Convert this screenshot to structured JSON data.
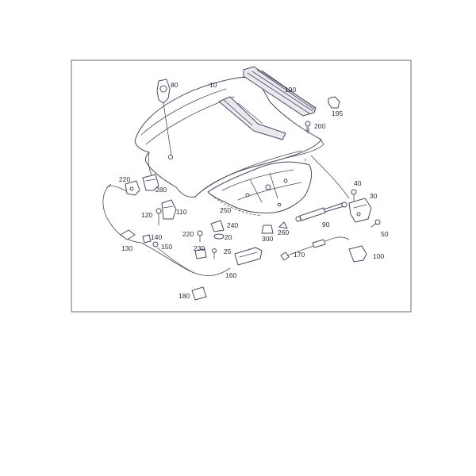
{
  "callouts": [
    {
      "id": "c10",
      "label": "10"
    },
    {
      "id": "c20",
      "label": "20"
    },
    {
      "id": "c25",
      "label": "25"
    },
    {
      "id": "c30",
      "label": "30"
    },
    {
      "id": "c40",
      "label": "40"
    },
    {
      "id": "c50",
      "label": "50"
    },
    {
      "id": "c80",
      "label": "80"
    },
    {
      "id": "c90",
      "label": "90"
    },
    {
      "id": "c100",
      "label": "100"
    },
    {
      "id": "c110",
      "label": "110"
    },
    {
      "id": "c120",
      "label": "120"
    },
    {
      "id": "c130",
      "label": "130"
    },
    {
      "id": "c140",
      "label": "140"
    },
    {
      "id": "c150",
      "label": "150"
    },
    {
      "id": "c160",
      "label": "160"
    },
    {
      "id": "c170",
      "label": "170"
    },
    {
      "id": "c180",
      "label": "180"
    },
    {
      "id": "c190",
      "label": "190"
    },
    {
      "id": "c195",
      "label": "195"
    },
    {
      "id": "c200",
      "label": "200"
    },
    {
      "id": "c220a",
      "label": "220"
    },
    {
      "id": "c220b",
      "label": "220"
    },
    {
      "id": "c230",
      "label": "230"
    },
    {
      "id": "c240",
      "label": "240"
    },
    {
      "id": "c250",
      "label": "250"
    },
    {
      "id": "c260",
      "label": "260"
    },
    {
      "id": "c280",
      "label": "280"
    },
    {
      "id": "c300",
      "label": "300"
    }
  ]
}
